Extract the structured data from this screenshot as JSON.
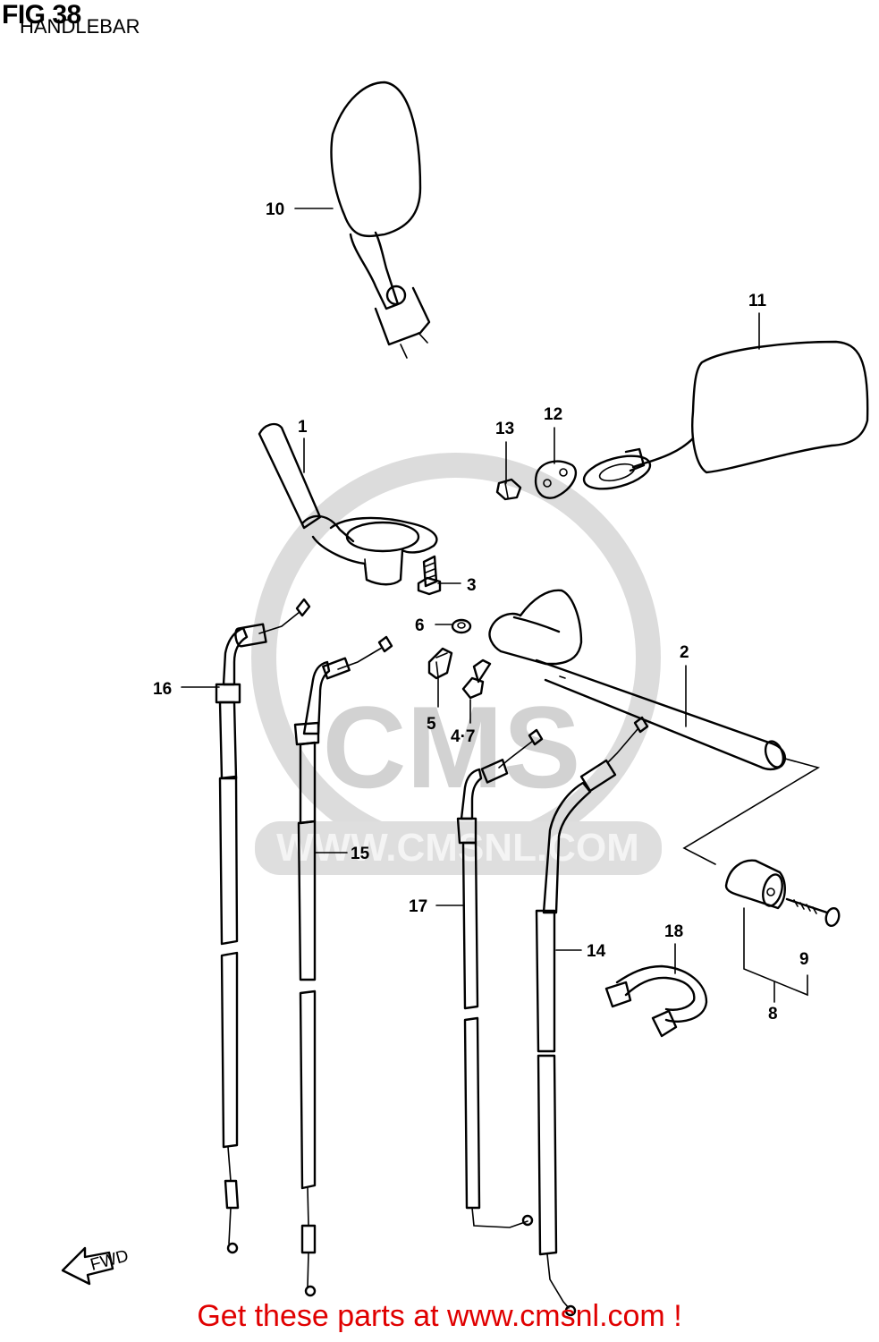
{
  "header": {
    "fig_label": "FIG 38",
    "subtitle": "HANDLEBAR"
  },
  "watermark": {
    "logo_text": "CMS",
    "url_text": "WWW.CMSNL.COM"
  },
  "callouts": {
    "c1": "1",
    "c2": "2",
    "c3": "3",
    "c47": "4·7",
    "c5": "5",
    "c6": "6",
    "c8": "8",
    "c9": "9",
    "c10": "10",
    "c11": "11",
    "c12": "12",
    "c13": "13",
    "c14": "14",
    "c15": "15",
    "c16": "16",
    "c17": "17",
    "c18": "18"
  },
  "fwd_label": "FWD",
  "footer": {
    "banner": "Get these parts at www.cmsnl.com !"
  },
  "colors": {
    "banner": "#e00000",
    "watermark": "#c9c9c9",
    "lines": "#000000"
  }
}
